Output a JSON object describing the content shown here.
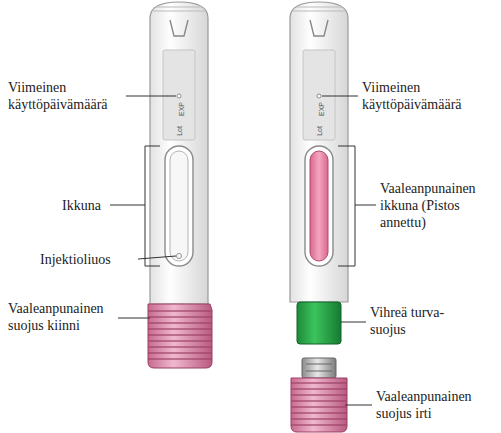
{
  "diagram": {
    "labels": [
      "Viimeinen käyttöpäivämäärä",
      "EXP",
      "Lot",
      "Ikkuna",
      "Injektioliuos",
      "Vaaleanpunainen suojus kiinni",
      "Viimeinen käyttöpäivämäärä",
      "EXP",
      "Lot",
      "Vaaleanpunainen ikkuna (Pistos annettu)",
      "Vihreä turva- suojus",
      "Vaaleanpunainen suojus irti"
    ]
  }
}
